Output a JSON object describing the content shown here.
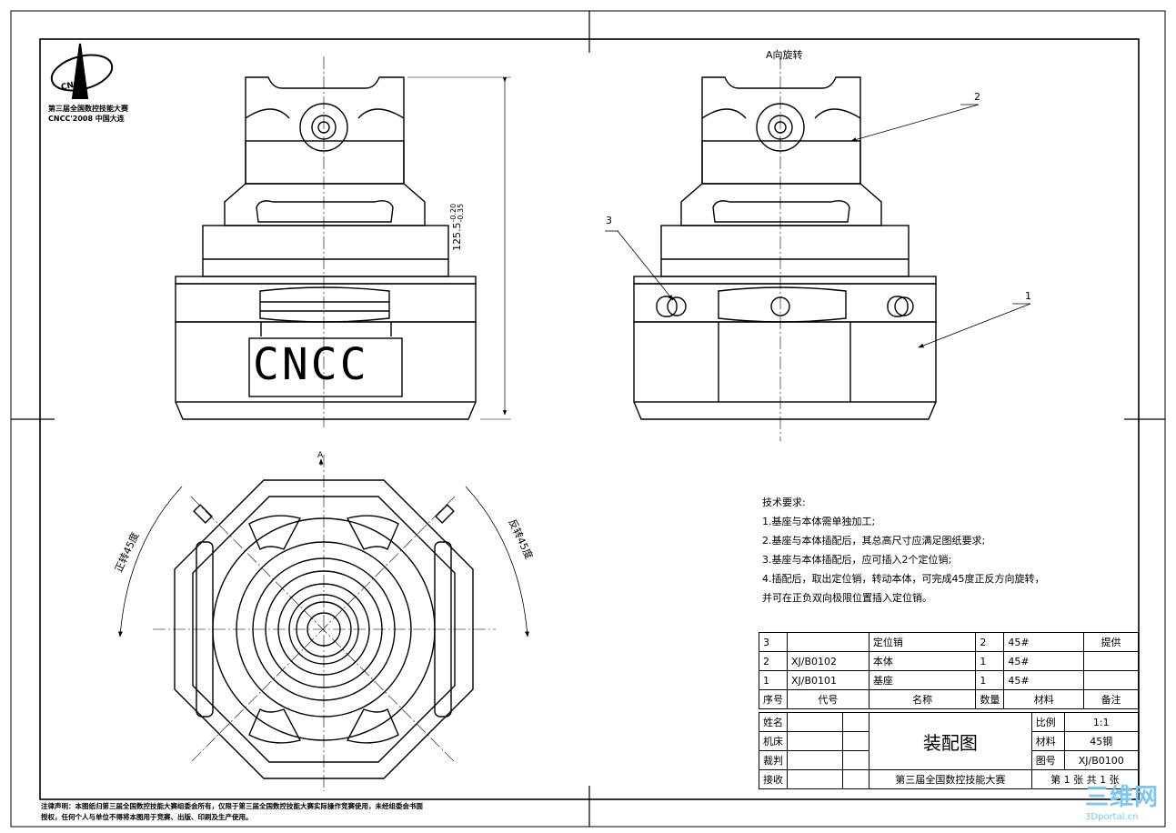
{
  "logo": {
    "mark_text": "CNCC",
    "line1": "第三届全国数控技能大赛",
    "line2": "CNCC'2008 中国大连"
  },
  "front_view": {
    "emblem_text": "CNCC",
    "dimension": "125.5",
    "tolerance_upper": "-0.20",
    "tolerance_lower": "-0.35"
  },
  "side_view": {
    "view_label": "A向旋转",
    "callouts": [
      "1",
      "2",
      "3"
    ]
  },
  "top_view": {
    "section_label": "A",
    "rotate_left": "正转45度",
    "rotate_right": "反转45度"
  },
  "tech_requirements": {
    "heading": "技术要求:",
    "items": [
      "1.基座与本体需单独加工;",
      "2.基座与本体插配后，其总高尺寸应满足图纸要求;",
      "3.基座与本体插配后，应可插入2个定位销;",
      "4.插配后，取出定位销，转动本体，可完成45度正反方向旋转，",
      "并可在正负双向极限位置插入定位销。"
    ]
  },
  "bom": {
    "rows": [
      {
        "no": "3",
        "code": "",
        "name": "定位销",
        "qty": "2",
        "material": "45#",
        "note": "提供"
      },
      {
        "no": "2",
        "code": "XJ/B0102",
        "name": "本体",
        "qty": "1",
        "material": "45#",
        "note": ""
      },
      {
        "no": "1",
        "code": "XJ/B0101",
        "name": "基座",
        "qty": "1",
        "material": "45#",
        "note": ""
      }
    ],
    "header": {
      "no": "序号",
      "code": "代号",
      "name": "名称",
      "qty": "数量",
      "material": "材料",
      "note": "备注"
    }
  },
  "title_block": {
    "name_label": "姓名",
    "machine_label": "机床",
    "judge_label": "裁判",
    "receive_label": "接收",
    "drawing_title": "装配图",
    "scale_label": "比例",
    "scale_value": "1:1",
    "material_label": "材料",
    "material_value": "45钢",
    "drawing_no_label": "图号",
    "drawing_no_value": "XJ/B0100",
    "competition": "第三届全国数控技能大赛",
    "sheet": "第 1 张 共 1 张"
  },
  "legal": {
    "line1": "注律声明：本图纸归第三届全国数控技能大赛组委会所有，仅限于第三届全国数控技能大赛实际操作竞赛使用，未经组委会书面",
    "line2": "授权，任何个人与单位不得将本图用于竞赛、出版、印刷及生产使用。"
  },
  "watermark": {
    "main": "三维网",
    "sub": "3Dportal.cn"
  }
}
